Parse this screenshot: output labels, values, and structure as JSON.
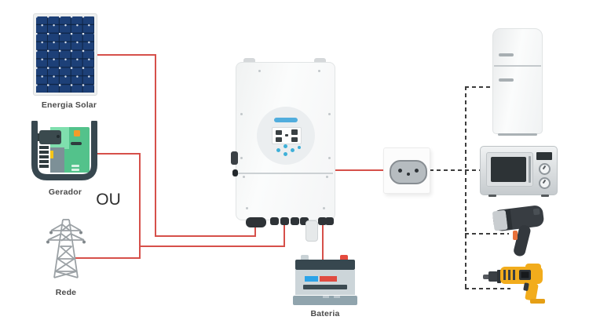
{
  "labels": {
    "solar": "Energia Solar",
    "generator": "Gerador",
    "or": "OU",
    "grid": "Rede",
    "battery": "Bateria"
  },
  "colors": {
    "wire_red": "#d6504a",
    "dashed_line": "#3d3d3d",
    "solar_panel_blue": "#1d4078",
    "generator_green": "#4fbe87",
    "generator_frame": "#37474f",
    "inverter_body": "#f7f8f8",
    "inverter_logo_blue": "#2b9cd8",
    "battery_top": "#37474f",
    "battery_terminal_red": "#e54a3e",
    "outlet_socket_gray": "#b6bcc0",
    "drill_yellow": "#f2ac1c",
    "background": "#ffffff"
  },
  "icons": [
    "solar-panel-icon",
    "generator-icon",
    "power-tower-icon",
    "inverter-icon",
    "battery-icon",
    "outlet-icon",
    "refrigerator-icon",
    "microwave-icon",
    "hair-dryer-icon",
    "drill-icon"
  ],
  "connections": [
    {
      "from": "solar-panel",
      "to": "inverter",
      "style": "solid-red"
    },
    {
      "from": "generator",
      "to": "inverter",
      "style": "solid-red",
      "note": "OU (or) with grid"
    },
    {
      "from": "power-tower",
      "to": "inverter",
      "style": "solid-red",
      "note": "OU (or) with generator"
    },
    {
      "from": "inverter",
      "to": "battery",
      "style": "solid-red"
    },
    {
      "from": "inverter",
      "to": "outlet",
      "style": "solid-red"
    },
    {
      "from": "outlet",
      "to": "refrigerator",
      "style": "dashed-black"
    },
    {
      "from": "outlet",
      "to": "microwave",
      "style": "dashed-black"
    },
    {
      "from": "outlet",
      "to": "hair-dryer",
      "style": "dashed-black"
    },
    {
      "from": "outlet",
      "to": "drill",
      "style": "dashed-black"
    }
  ]
}
